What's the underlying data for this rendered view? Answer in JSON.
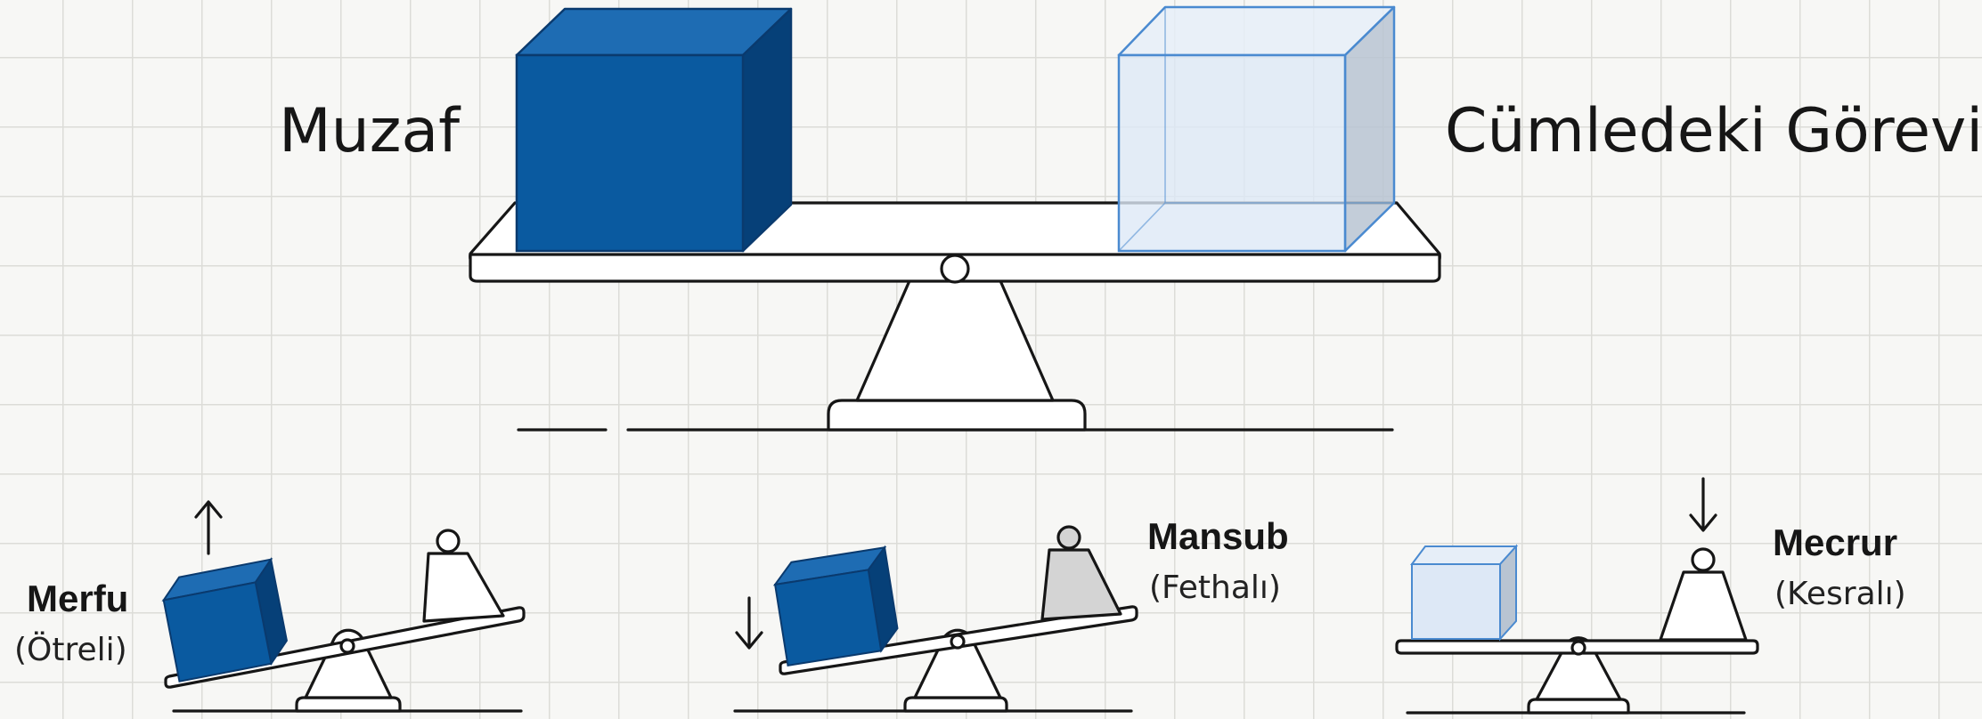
{
  "main": {
    "left_label": "Muzaf",
    "right_label": "Cümledeki Görevi"
  },
  "cases": [
    {
      "name": "Merfu",
      "sub": "(Ötreli)",
      "arrow": "up"
    },
    {
      "name": "Mansub",
      "sub": "(Fethalı)",
      "arrow": "down"
    },
    {
      "name": "Mecrur",
      "sub": "(Kesralı)",
      "arrow": "down"
    }
  ],
  "colors": {
    "solid_block_front": "#0a5aa0",
    "solid_block_top": "#1e6cb3",
    "solid_block_side": "#064078",
    "ghost_block": "#dde8f6",
    "ghost_edge": "#4a8ad0",
    "weight_white": "#ffffff",
    "weight_gray": "#d4d4d4"
  }
}
